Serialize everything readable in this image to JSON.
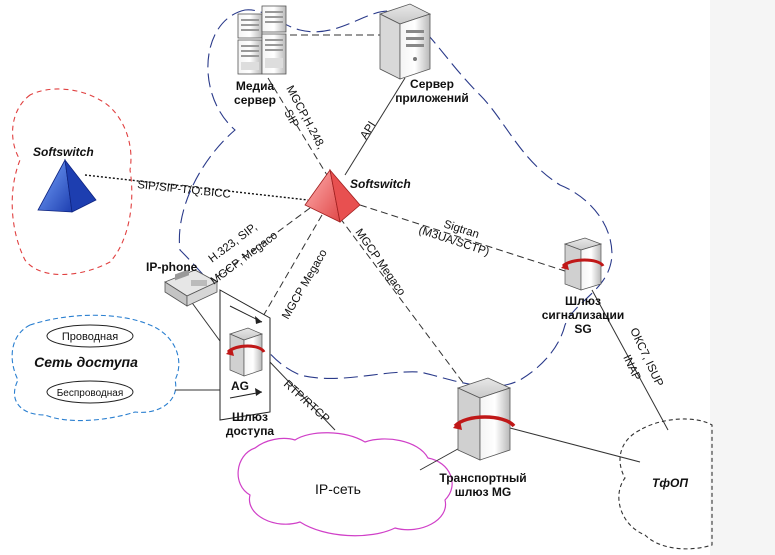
{
  "nodes": {
    "media_server": "Медиа\nсервер",
    "app_server": "Сервер\nприложений",
    "softswitch_main": "Softswitch",
    "softswitch_remote": "Softswitch",
    "ip_phone": "IP-phone",
    "access_gateway": "Шлюз\nдоступа",
    "ag_tag": "AG",
    "signaling_gateway": "Шлюз\nсигнализации\nSG",
    "transport_gateway": "Транспортный\nшлюз MG",
    "access_network": "Сеть доступа",
    "wired": "Проводная",
    "wireless": "Беспроводная",
    "ip_network": "IP-сеть",
    "pstn": "ТфОП"
  },
  "links": {
    "media_mgcp": "MGCP,H.248,",
    "media_sip": "SIP",
    "app_api": "API",
    "sip_bicc": "SIP/SIP-T/Q.BICC",
    "sigtran": "Sigtran",
    "m3ua": "(M3UA/SCTP)",
    "phone_proto1": "H.323, SIP,",
    "phone_proto2": "MGCP, Megaco",
    "ag_mgcp": "MGCP Megaco",
    "mg_mgcp": "MGCP Megaco",
    "rtp": "RTP/RTCP",
    "okc7": "ОКС7, ISUP",
    "inap": "INAP"
  },
  "colors": {
    "softswitch_red": "#f06060",
    "softswitch_blue": "#2a5ad8",
    "domain_line": "#2a3a8a",
    "access_cloud": "#2a7fd0",
    "ip_cloud": "#d040c8",
    "remote_cloud": "#e04040",
    "pstn_cloud": "#333333"
  }
}
